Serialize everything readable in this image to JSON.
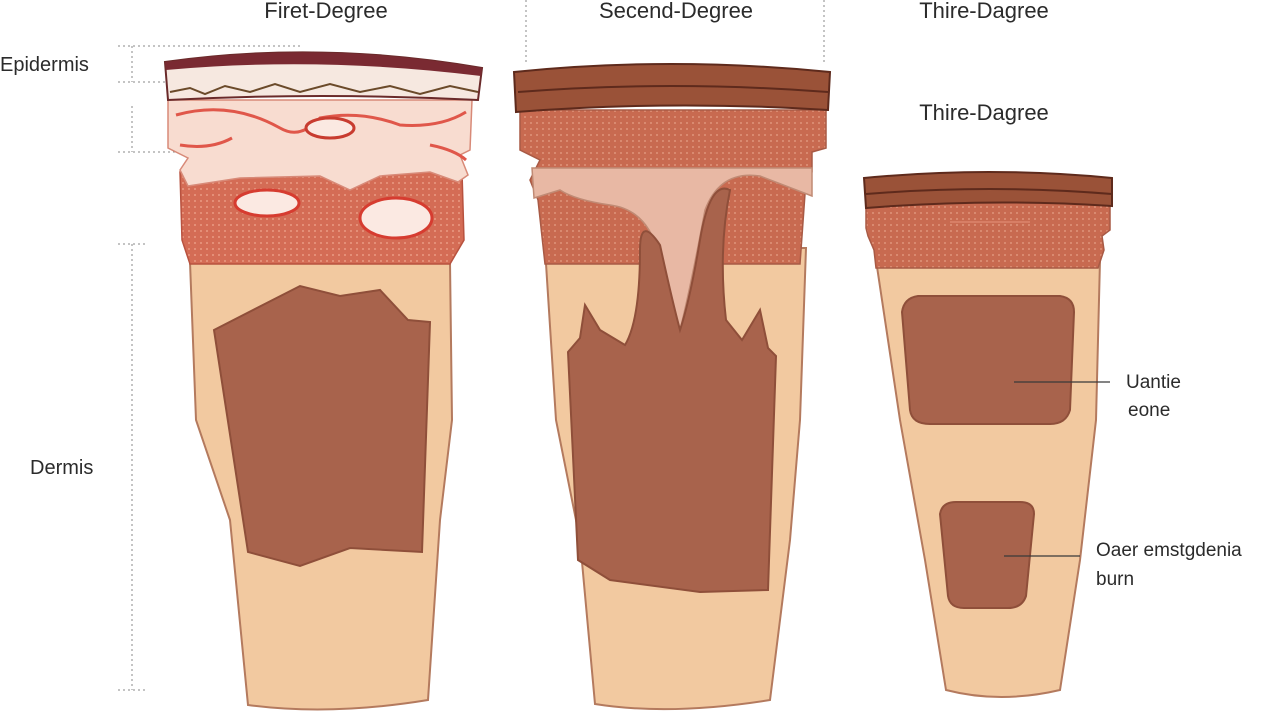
{
  "titles": {
    "first": "Firet-Degree",
    "second": "Secend-Degree",
    "third_top": "Thire-Dagree",
    "third": "Thire-Dagree"
  },
  "layers": {
    "epidermis": "Epidermis",
    "dermis": "Dermis"
  },
  "callouts": {
    "upper_line1": "Uantie",
    "upper_line2": "eone",
    "lower_line1": "Oaer emstgdenia",
    "lower_line2": "burn"
  },
  "colors": {
    "outline": "#7a4a3a",
    "skin_base": "#f2c9a0",
    "dermis_dots": "#d06a52",
    "burn_brown": "#a8634c",
    "crust": "#8a4a35",
    "blister_pink": "#f6d8cc",
    "inflamed": "#e0574a"
  }
}
